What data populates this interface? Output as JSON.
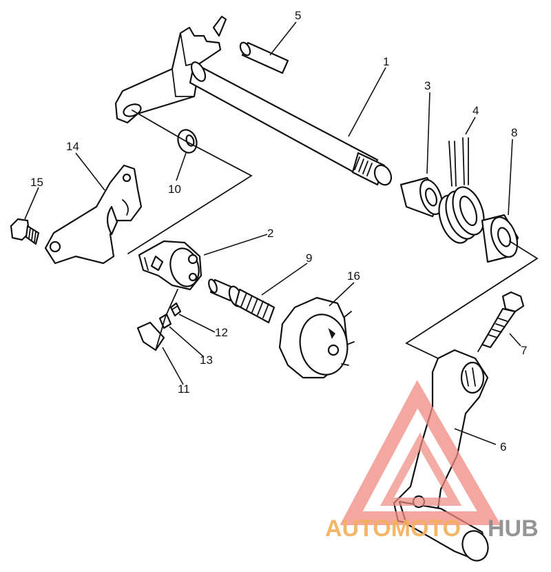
{
  "callouts": {
    "c1": "1",
    "c2": "2",
    "c3": "3",
    "c4": "4",
    "c5": "5",
    "c6": "6",
    "c7": "7",
    "c8": "8",
    "c9": "9",
    "c10": "10",
    "c11": "11",
    "c12": "12",
    "c13": "13",
    "c14": "14",
    "c15": "15",
    "c16": "16"
  },
  "watermark": {
    "part1": "AUTOMOTO",
    "part2": "HUB",
    "colors": {
      "triangle": "#f08a80",
      "text_orange": "#f3b05a",
      "text_gray": "#8a8a8a"
    }
  }
}
